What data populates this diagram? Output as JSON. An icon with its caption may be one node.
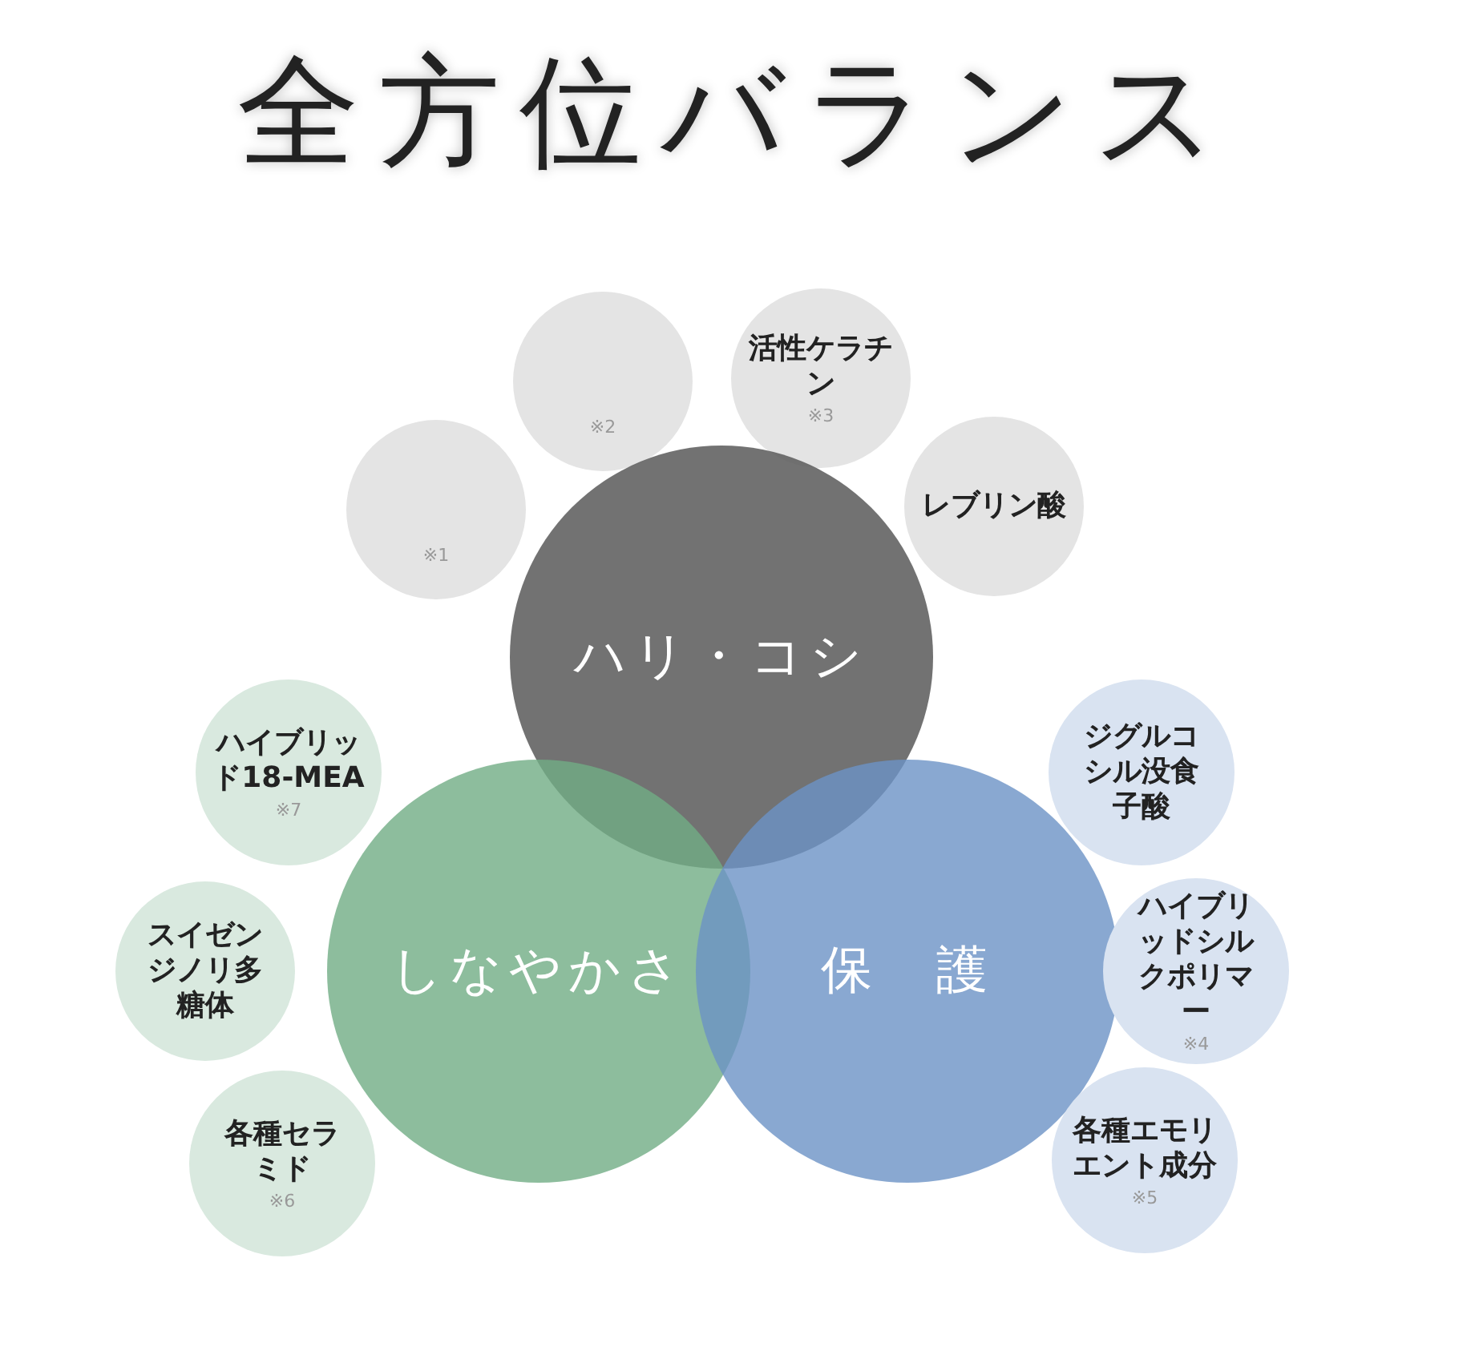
{
  "diagram": {
    "title": "全方位バランス",
    "nodes": [
      {
        "text": [
          "※2"
        ]
      },
      {
        "text": [
          "活性ケラチン",
          "※3"
        ]
      },
      {
        "text": [
          "※1"
        ]
      },
      {
        "text": [
          "レブリン酸"
        ]
      },
      {
        "text": [
          "ハリ・コシ"
        ]
      },
      {
        "text": [
          "ハイブリッド18-MEA",
          "※7"
        ]
      },
      {
        "text": [
          "ジグルコシル没食子酸"
        ]
      },
      {
        "text": [
          "スイゼンジノリ多糖体"
        ]
      },
      {
        "text": [
          "しなやかさ"
        ]
      },
      {
        "text": [
          "保　護"
        ]
      },
      {
        "text": [
          "ハイブリッドシルクポリマー",
          "※4"
        ]
      },
      {
        "text": [
          "各種セラミド",
          "※6"
        ]
      },
      {
        "text": [
          "各種エモリエント成分",
          "※5"
        ]
      }
    ]
  }
}
